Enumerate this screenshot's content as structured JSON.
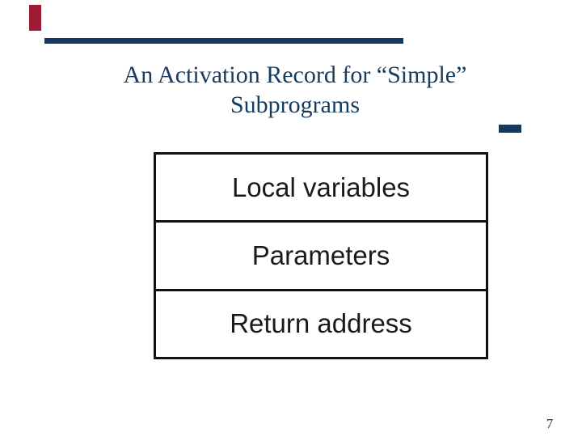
{
  "slide": {
    "title": {
      "line1": "An Activation Record for “Simple”",
      "line2": "Subprograms"
    },
    "diagram": {
      "description": "activation-record-stack",
      "rows": [
        {
          "label": "Local variables"
        },
        {
          "label": "Parameters"
        },
        {
          "label": "Return address"
        }
      ]
    },
    "page_number": "7",
    "colors": {
      "navy_rule": "#14395f",
      "title_navy": "#173c61",
      "red_accent": "#9e1b32",
      "box_border": "#111111",
      "box_text": "#1a1a1a",
      "page_number": "#3c2a2e"
    }
  }
}
